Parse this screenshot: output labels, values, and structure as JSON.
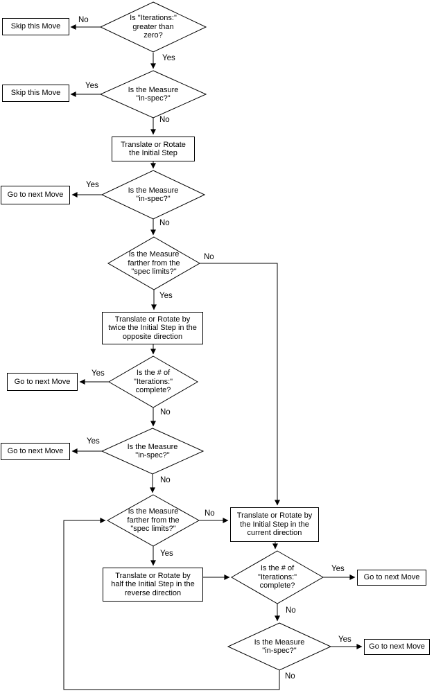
{
  "diagram": {
    "background_color": "#ffffff",
    "line_color": "#000000",
    "text_color": "#000000",
    "node_fill": "#ffffff"
  },
  "labels": {
    "yes": "Yes",
    "no": "No"
  },
  "nodes": {
    "iterations_gt_zero": {
      "shape": "decision",
      "text": "Is \"Iterations:\"\ngreater than\nzero?"
    },
    "skip_move_1": {
      "shape": "process",
      "text": "Skip this Move"
    },
    "measure_in_spec_1": {
      "shape": "decision",
      "text": "Is the Measure\n\"in-spec?\""
    },
    "skip_move_2": {
      "shape": "process",
      "text": "Skip this Move"
    },
    "translate_initial": {
      "shape": "process",
      "text": "Translate or Rotate\nthe Initial Step"
    },
    "measure_in_spec_2": {
      "shape": "decision",
      "text": "Is the Measure\n\"in-spec?\""
    },
    "go_next_1": {
      "shape": "process",
      "text": "Go to next Move"
    },
    "farther_spec_1": {
      "shape": "decision",
      "text": "Is the Measure\nfarther from the\n\"spec limits?\""
    },
    "translate_twice": {
      "shape": "process",
      "text": "Translate or Rotate by\ntwice the Initial Step in the\nopposite direction"
    },
    "iterations_complete_1": {
      "shape": "decision",
      "text": "Is the # of\n\"Iterations:\"\ncomplete?"
    },
    "go_next_2": {
      "shape": "process",
      "text": "Go to next Move"
    },
    "measure_in_spec_3": {
      "shape": "decision",
      "text": "Is the Measure\n\"in-spec?\""
    },
    "go_next_3": {
      "shape": "process",
      "text": "Go to next Move"
    },
    "farther_spec_2": {
      "shape": "decision",
      "text": "Is the Measure\nfarther from the\n\"spec limits?\""
    },
    "translate_current": {
      "shape": "process",
      "text": "Translate or Rotate by\nthe Initial Step in the\ncurrent direction"
    },
    "translate_half": {
      "shape": "process",
      "text": "Translate or Rotate by\nhalf the Initial Step in the\nreverse direction"
    },
    "iterations_complete_2": {
      "shape": "decision",
      "text": "Is the # of\n\"Iterations:\"\ncomplete?"
    },
    "go_next_4": {
      "shape": "process",
      "text": "Go to next Move"
    },
    "measure_in_spec_4": {
      "shape": "decision",
      "text": "Is the Measure\n\"in-spec?\""
    },
    "go_next_5": {
      "shape": "process",
      "text": "Go to next Move"
    }
  }
}
